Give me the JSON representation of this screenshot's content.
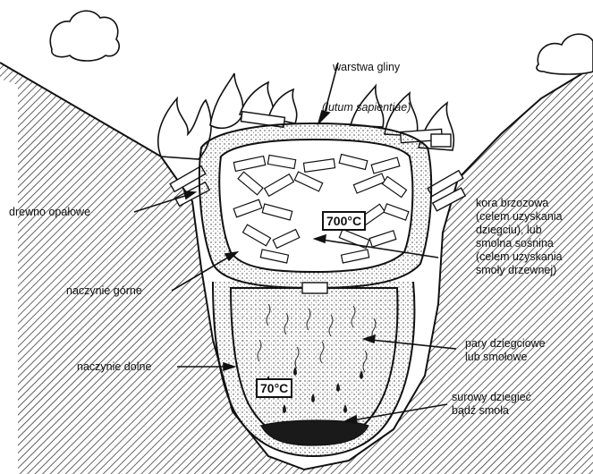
{
  "labels": {
    "clay_layer": "warstwa gliny",
    "clay_layer_latin": "(lutum sapientiae)",
    "firewood": "drewno opałowe",
    "upper_vessel": "naczynie górne",
    "lower_vessel": "naczynie dolne",
    "bark": "kora brzozowa\n(celem uzyskania\ndziegciu), lub\nsmolna sośnina\n(celem uzyskania\nsmoły drzewnej)",
    "vapors": "pary dziegciowe\nlub smołowe",
    "raw_tar": "surowy dziegieć\nbądź smoła"
  },
  "temperatures": {
    "upper": "700°C",
    "lower": "70°C"
  },
  "colors": {
    "ink": "#111111",
    "background": "#ffffff",
    "tar": "#1a1a1a"
  }
}
